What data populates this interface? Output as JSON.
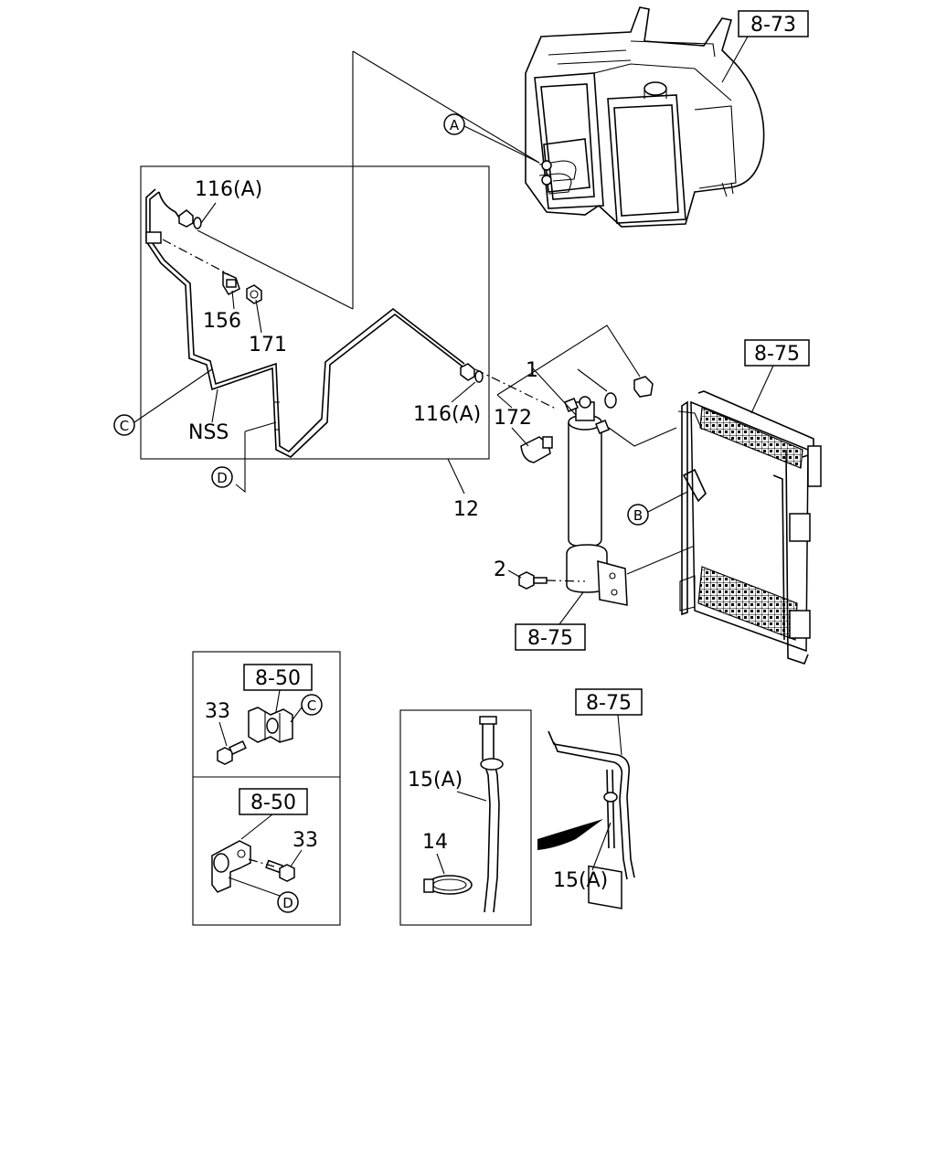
{
  "refs": {
    "ref_8_73": "8-73",
    "ref_8_75_condenser": "8-75",
    "ref_8_75_bracket": "8-75",
    "ref_8_50_top": "8-50",
    "ref_8_50_bottom": "8-50",
    "ref_8_75_hose": "8-75"
  },
  "labels": {
    "p116a_top": "116(A)",
    "p156": "156",
    "p171": "171",
    "p116a_right": "116(A)",
    "pNSS": "NSS",
    "p12": "12",
    "p1": "1",
    "p172": "172",
    "p2": "2",
    "p33_top": "33",
    "p33_bottom": "33",
    "p15a_left": "15(A)",
    "p14": "14",
    "p15a_right": "15(A)"
  },
  "callouts": {
    "A": "A",
    "B": "B",
    "C_main": "C",
    "D_main": "D",
    "C_detail": "C",
    "D_detail": "D"
  },
  "icons": {
    "evaporator": "evaporator-unit",
    "receiver": "receiver-drier",
    "condenser": "condenser",
    "clamp": "pipe-clamp",
    "hose_clamp": "hose-clamp"
  }
}
